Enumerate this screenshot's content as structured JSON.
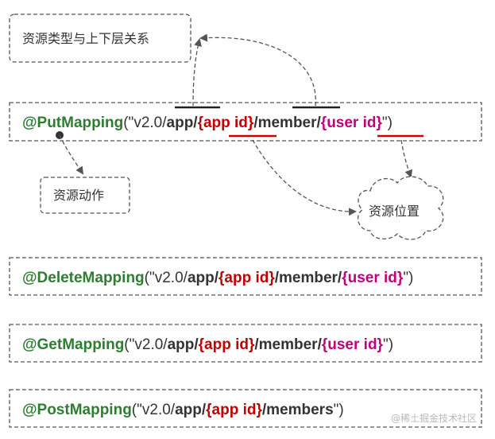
{
  "colors": {
    "annotation": "#2e7d32",
    "path_variable": "#c00000",
    "user_variable": "#c0007a",
    "text": "#333333",
    "border": "#555555"
  },
  "labels": {
    "resource_hierarchy": "资源类型与上下层关系",
    "resource_action": "资源动作",
    "resource_location": "资源位置"
  },
  "mappings": [
    {
      "annotation": "@PutMapping",
      "open": "(\"",
      "parts": [
        {
          "text": "v2.0/",
          "style": "plain"
        },
        {
          "text": "app/",
          "style": "bold"
        },
        {
          "text": "{app id}",
          "style": "var"
        },
        {
          "text": "/member/",
          "style": "bold"
        },
        {
          "text": "{user id}",
          "style": "uvar"
        }
      ],
      "close": "\")"
    },
    {
      "annotation": "@DeleteMapping",
      "open": "(\"",
      "parts": [
        {
          "text": "v2.0/",
          "style": "plain"
        },
        {
          "text": "app/",
          "style": "bold"
        },
        {
          "text": "{app id}",
          "style": "var"
        },
        {
          "text": "/member/",
          "style": "bold"
        },
        {
          "text": "{user id}",
          "style": "uvar"
        }
      ],
      "close": "\")"
    },
    {
      "annotation": "@GetMapping",
      "open": "(\"",
      "parts": [
        {
          "text": "v2.0/",
          "style": "plain"
        },
        {
          "text": "app/",
          "style": "bold"
        },
        {
          "text": "{app id}",
          "style": "var"
        },
        {
          "text": "/member/",
          "style": "bold"
        },
        {
          "text": "{user id}",
          "style": "uvar"
        }
      ],
      "close": "\")"
    },
    {
      "annotation": "@PostMapping",
      "open": "(\"",
      "parts": [
        {
          "text": "v2.0/",
          "style": "plain"
        },
        {
          "text": "app/",
          "style": "bold"
        },
        {
          "text": "{app id}",
          "style": "var"
        },
        {
          "text": "/members",
          "style": "bold"
        }
      ],
      "close": "\")"
    }
  ],
  "watermark": "@稀土掘金技术社区"
}
